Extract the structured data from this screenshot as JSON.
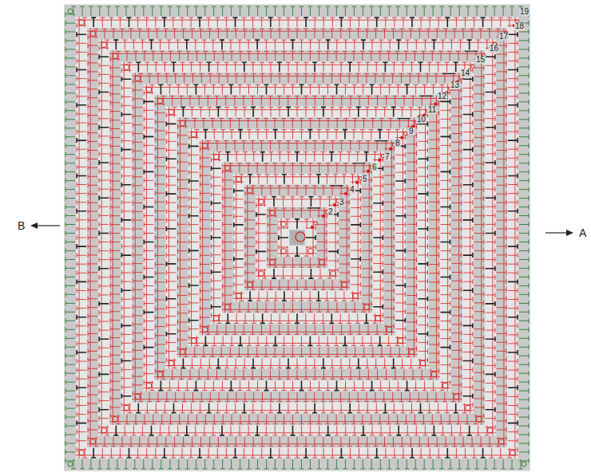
{
  "diagram": {
    "labels": [
      "19",
      "18",
      "17",
      "16",
      "15",
      "14",
      "13",
      "12",
      "11",
      "10",
      "9",
      "8",
      "7",
      "6",
      "5",
      "4",
      "3",
      "2",
      "B",
      "A"
    ]
  }
}
